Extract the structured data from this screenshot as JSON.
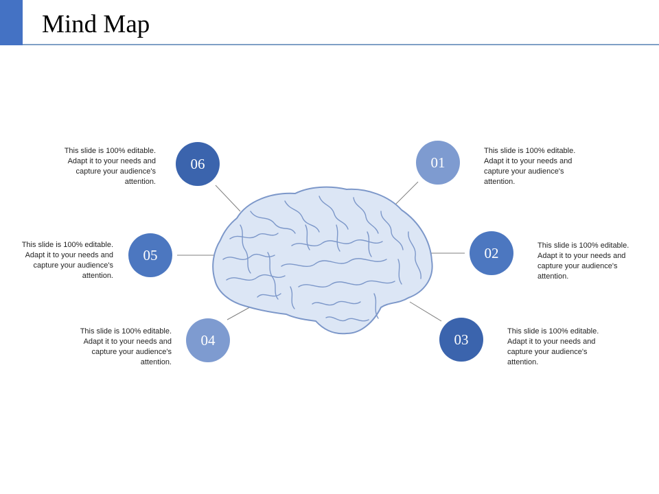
{
  "slide": {
    "title": "Mind Map"
  },
  "colors": {
    "accent": "#4472c4",
    "rule": "#7f9fc6",
    "node_dark": "#3b64ad",
    "node_mid": "#4c77c0",
    "node_light": "#7e9bd0",
    "brain_fill": "#dce6f5",
    "brain_stroke": "#7c97c9",
    "connector": "#7f7f7f"
  },
  "nodes": [
    {
      "number": "01",
      "text": "This slide is 100% editable. Adapt it to your needs and capture your audience's attention."
    },
    {
      "number": "02",
      "text": "This slide is 100% editable. Adapt it to your needs and capture your audience's attention."
    },
    {
      "number": "03",
      "text": "This slide is 100% editable. Adapt it to your needs and capture your audience's attention."
    },
    {
      "number": "04",
      "text": "This slide is 100% editable. Adapt it to your needs and capture your audience's attention."
    },
    {
      "number": "05",
      "text": "This slide is 100% editable. Adapt it to your needs and capture your audience's attention."
    },
    {
      "number": "06",
      "text": "This slide is 100% editable. Adapt it to your needs and capture your audience's attention."
    }
  ]
}
